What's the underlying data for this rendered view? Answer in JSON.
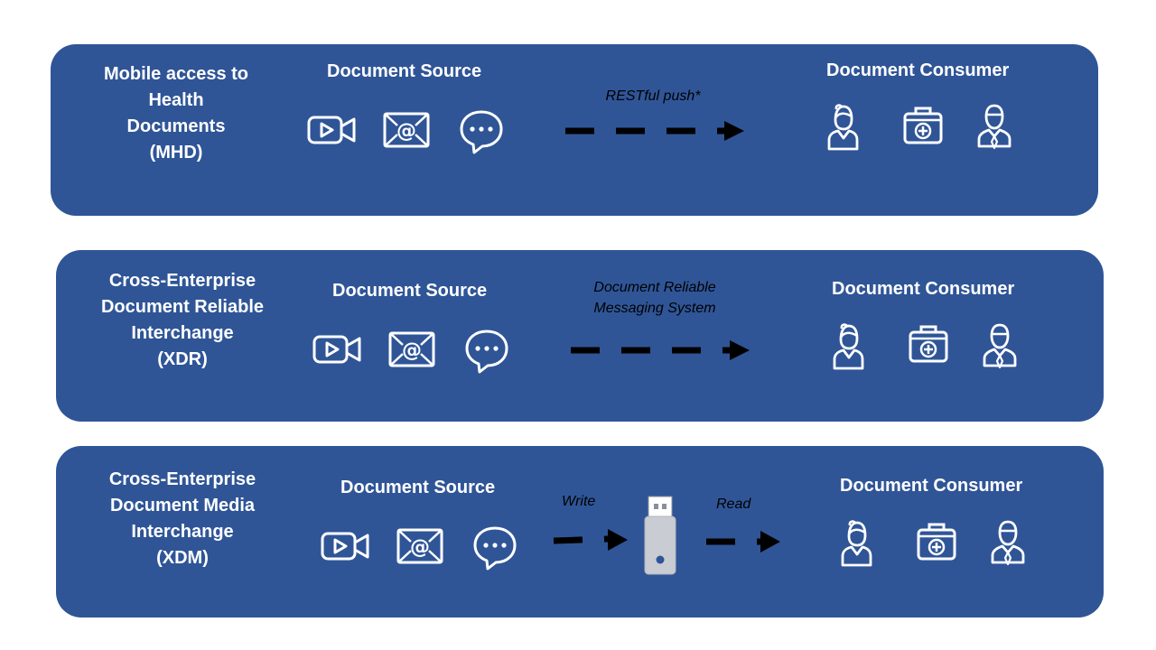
{
  "panels": [
    {
      "title_lines": [
        "Mobile access to",
        "Health",
        "Documents",
        "(MHD)"
      ],
      "source_label": "Document Source",
      "consumer_label": "Document Consumer",
      "transport_lines": [
        "RESTful push*"
      ]
    },
    {
      "title_lines": [
        "Cross-Enterprise",
        "Document Reliable",
        "Interchange",
        "(XDR)"
      ],
      "source_label": "Document Source",
      "consumer_label": "Document Consumer",
      "transport_lines": [
        "Document Reliable",
        "Messaging System"
      ]
    },
    {
      "title_lines": [
        "Cross-Enterprise",
        "Document Media",
        "Interchange",
        "(XDM)"
      ],
      "source_label": "Document Source",
      "consumer_label": "Document Consumer",
      "write_label": "Write",
      "read_label": "Read"
    }
  ],
  "icons": {
    "source": [
      "video-icon",
      "email-icon",
      "chat-icon"
    ],
    "consumer": [
      "woman-user-icon",
      "medical-kit-icon",
      "man-user-icon"
    ],
    "media": "usb-drive-icon"
  },
  "colors": {
    "panel": "#2f5597",
    "text": "#ffffff",
    "arrow": "#000000"
  }
}
